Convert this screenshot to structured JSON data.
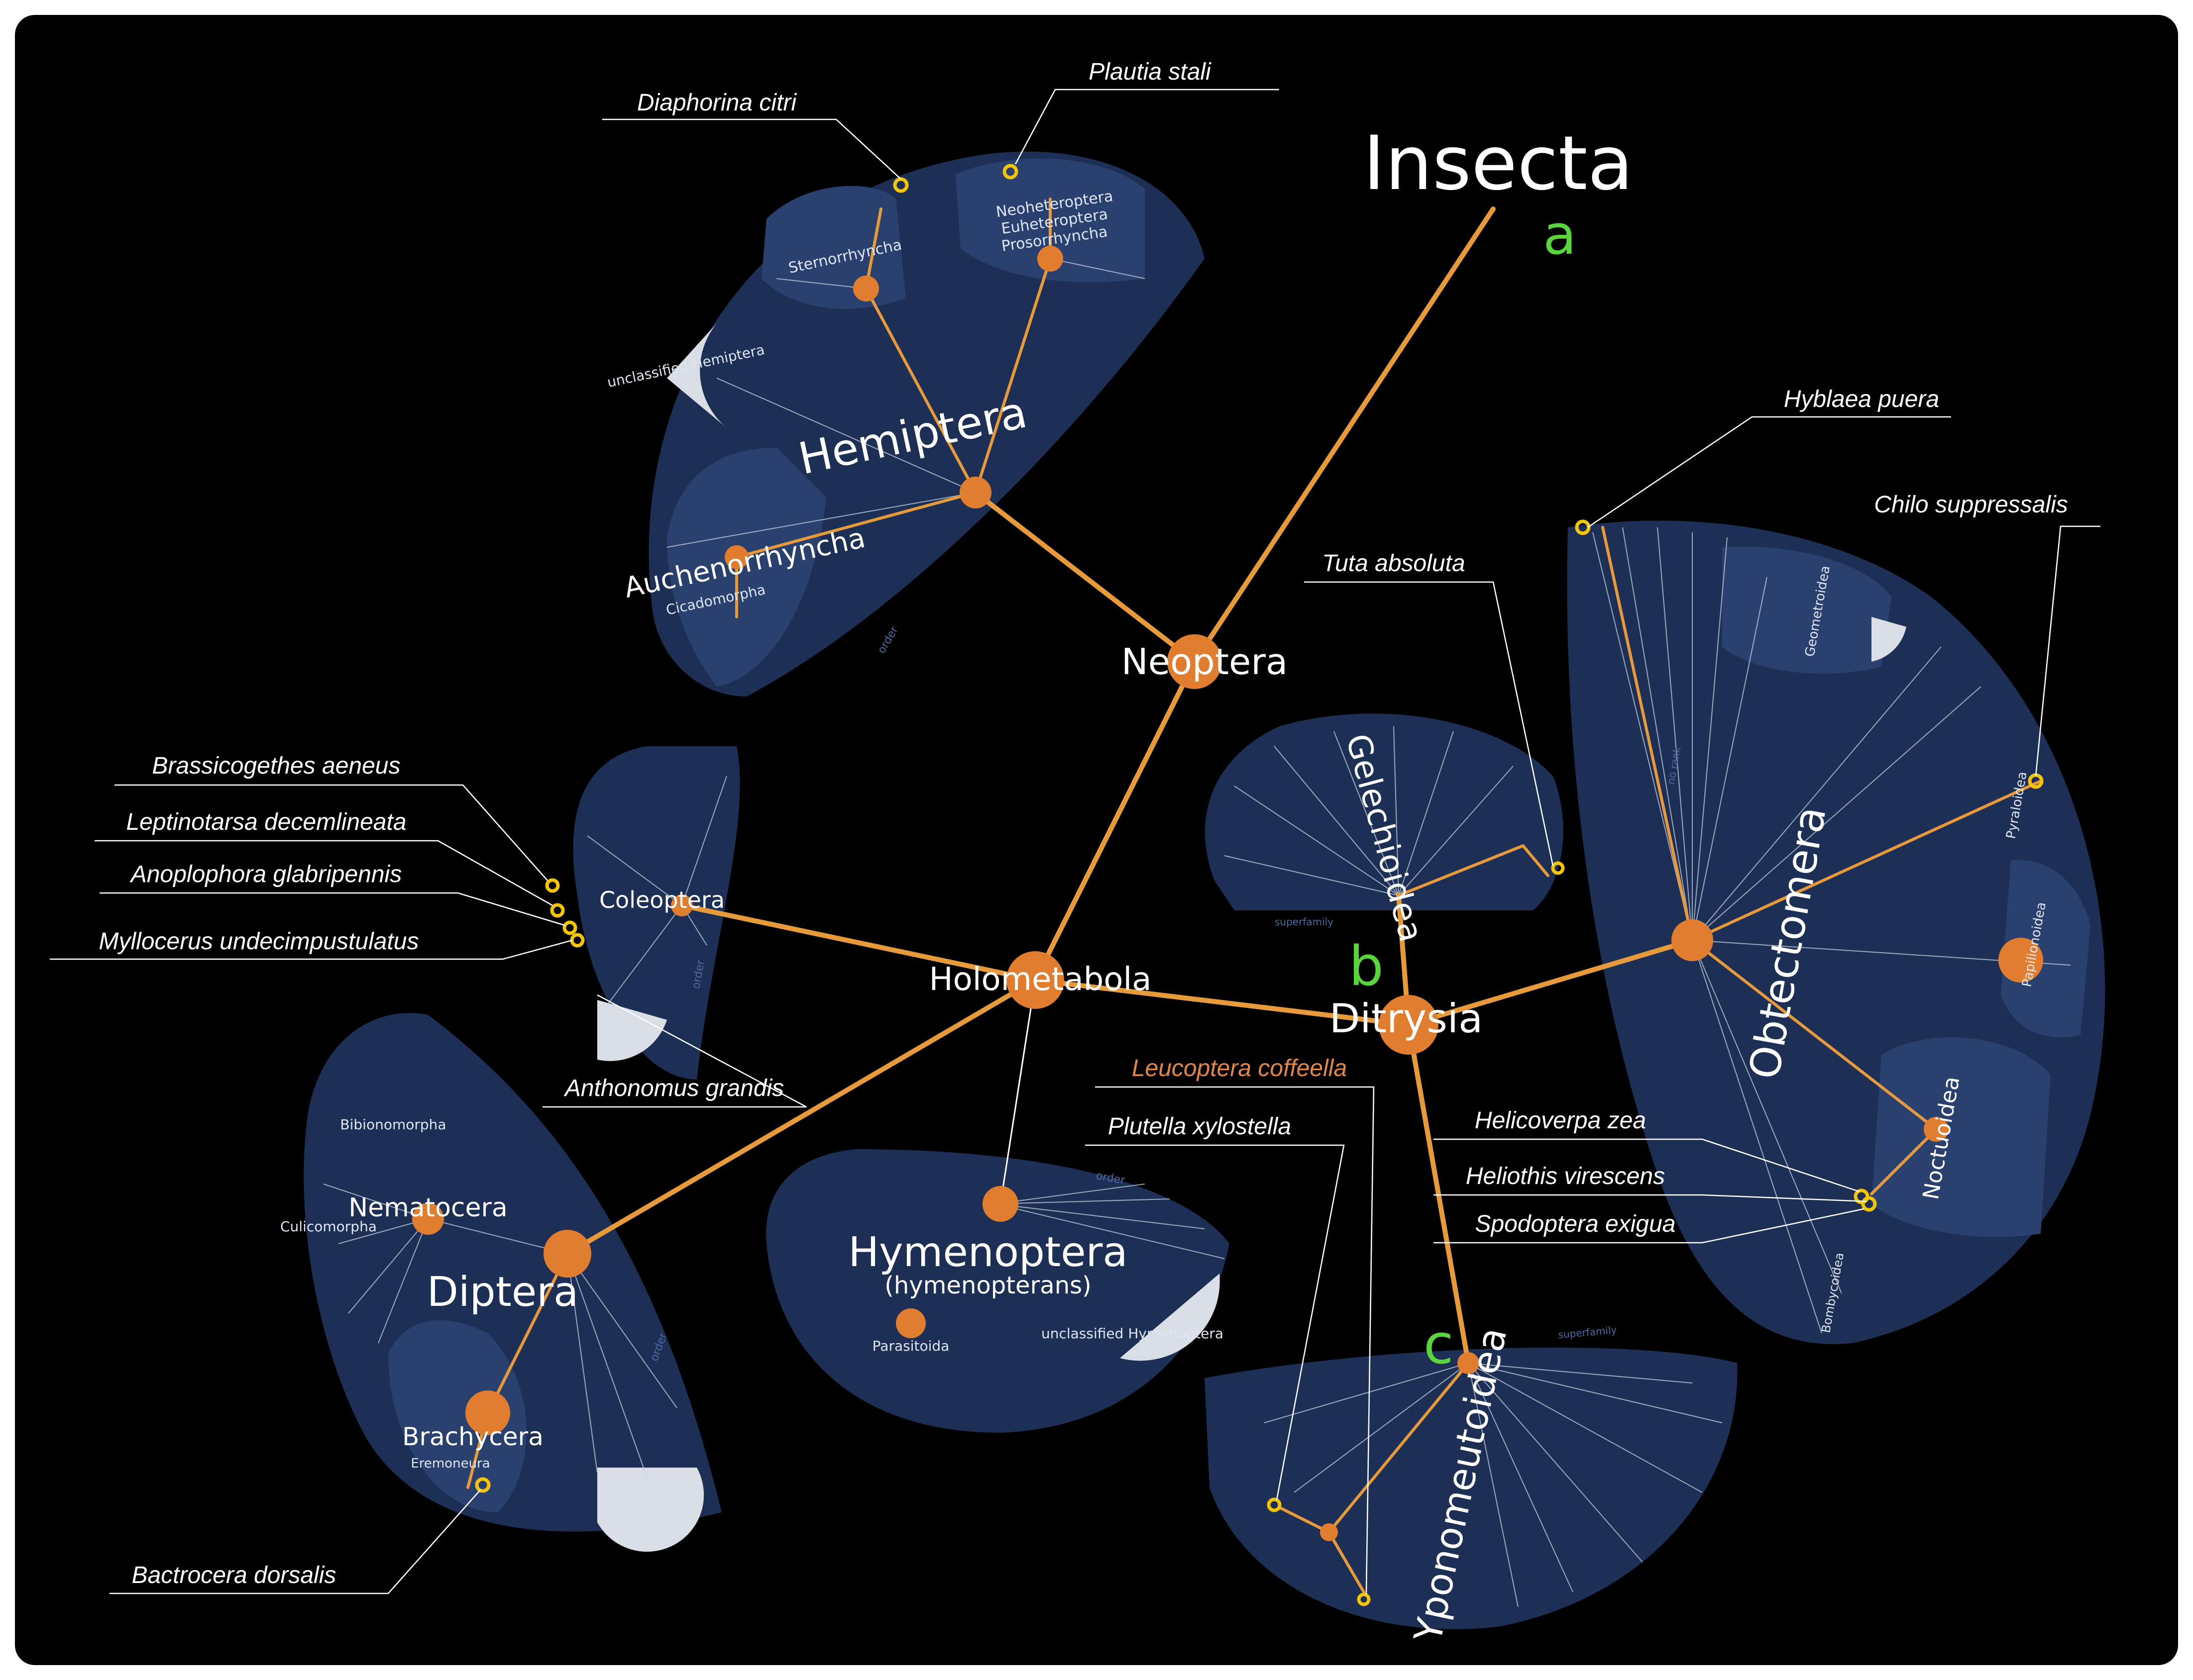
{
  "title": "Insecta",
  "panel_letters": {
    "a": "a",
    "b": "b",
    "c": "c"
  },
  "colors": {
    "background": "#000000",
    "cluster_fill": "#1d2f55",
    "branch": "#e69a3c",
    "node": "#e07d2e",
    "leaf_marker": "#f2c40c",
    "leader_line": "#ffffff",
    "panel_letter": "#5ad43c",
    "highlight_species": "#e0884c"
  },
  "clades": {
    "neoptera": "Neoptera",
    "holometabola": "Holometabola",
    "ditrysia": "Ditrysia",
    "hemiptera": "Hemiptera",
    "sternorrhyncha": "Sternorrhyncha",
    "neoheteroptera": "Neoheteroptera",
    "euheteroptera": "Euheteroptera",
    "prosorrhyncha": "Prosorrhyncha",
    "unclassified_hemiptera": "unclassified Hemiptera",
    "auchenorrhyncha": "Auchenorrhyncha",
    "cicadomorpha": "Cicadomorpha",
    "coleoptera": "Coleoptera",
    "diptera": "Diptera",
    "nematocera": "Nematocera",
    "bibionomorpha": "Bibionomorpha",
    "culicomorpha": "Culicomorpha",
    "brachycera": "Brachycera",
    "eremoneura": "Eremoneura",
    "hymenoptera": "Hymenoptera",
    "hymenoptera_common": "(hymenopterans)",
    "parasitoida": "Parasitoida",
    "unclassified_hymenoptera": "unclassified Hymenoptera",
    "gelechioidea": "Gelechioidea",
    "obtectomera": "Obtectomera",
    "geometroidea": "Geometroidea",
    "pyraloidea": "Pyraloidea",
    "papilionoidea": "Papilionoidea",
    "noctuoidea": "Noctuoidea",
    "bombycoidea": "Bombycoidea",
    "yponomeutoidea": "Yponomeutoidea"
  },
  "rank_labels": {
    "order": "order",
    "superfamily": "superfamily",
    "no_rank": "no rank"
  },
  "species": {
    "diaphorina_citri": "Diaphorina citri",
    "plautia_stali": "Plautia stali",
    "hyblaea_puera": "Hyblaea puera",
    "chilo_suppressalis": "Chilo suppressalis",
    "tuta_absoluta": "Tuta absoluta",
    "brassicogethes_aeneus": "Brassicogethes aeneus",
    "leptinotarsa_decemlineata": "Leptinotarsa decemlineata",
    "anoplophora_glabripennis": "Anoplophora glabripennis",
    "myllocerus_undecimpustulatus": "Myllocerus undecimpustulatus",
    "anthonomus_grandis": "Anthonomus grandis",
    "leucoptera_coffeella": "Leucoptera coffeella",
    "plutella_xylostella": "Plutella xylostella",
    "helicoverpa_zea": "Helicoverpa zea",
    "heliothis_virescens": "Heliothis virescens",
    "spodoptera_exigua": "Spodoptera exigua",
    "bactrocera_dorsalis": "Bactrocera dorsalis"
  }
}
